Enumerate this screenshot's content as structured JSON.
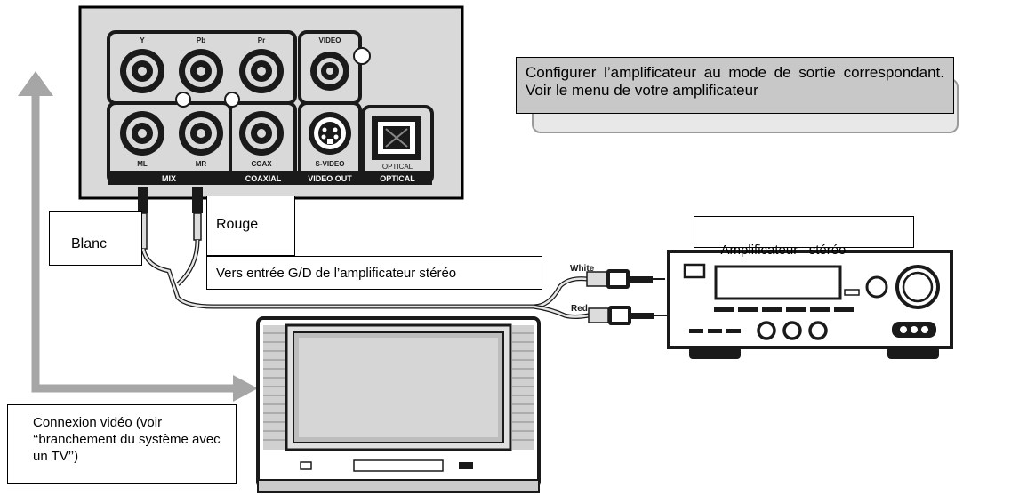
{
  "labels": {
    "instruction": "Configurer l’amplificateur au mode de sortie correspondant. Voir le menu de votre amplificateur",
    "blanc": "Blanc",
    "rouge": "Rouge",
    "vers_entree": "Vers entrée G/D de l’amplificateur stéréo",
    "amplificateur": "Amplificateur   stéréo",
    "connexion_video": "Connexion vidéo (voir ‘‘branchement du système avec un TV’’)"
  },
  "panel": {
    "jack_y": "Y",
    "jack_pb": "Pb",
    "jack_pr": "Pr",
    "jack_video": "VIDEO",
    "jack_ml": "ML",
    "jack_mr": "MR",
    "jack_coax": "COAX",
    "jack_svideo": "S-VIDEO",
    "jack_optical": "OPTICAL",
    "band_mix": "MIX",
    "band_coaxial": "COAXIAL",
    "band_video_out": "VIDEO OUT",
    "band_optical": "OPTICAL"
  },
  "cable_tags": {
    "white": "White",
    "red": "Red"
  },
  "colors": {
    "panel": "#d9d9d9",
    "dark": "#1a1a1a",
    "arrow": "#a6a6a6"
  }
}
